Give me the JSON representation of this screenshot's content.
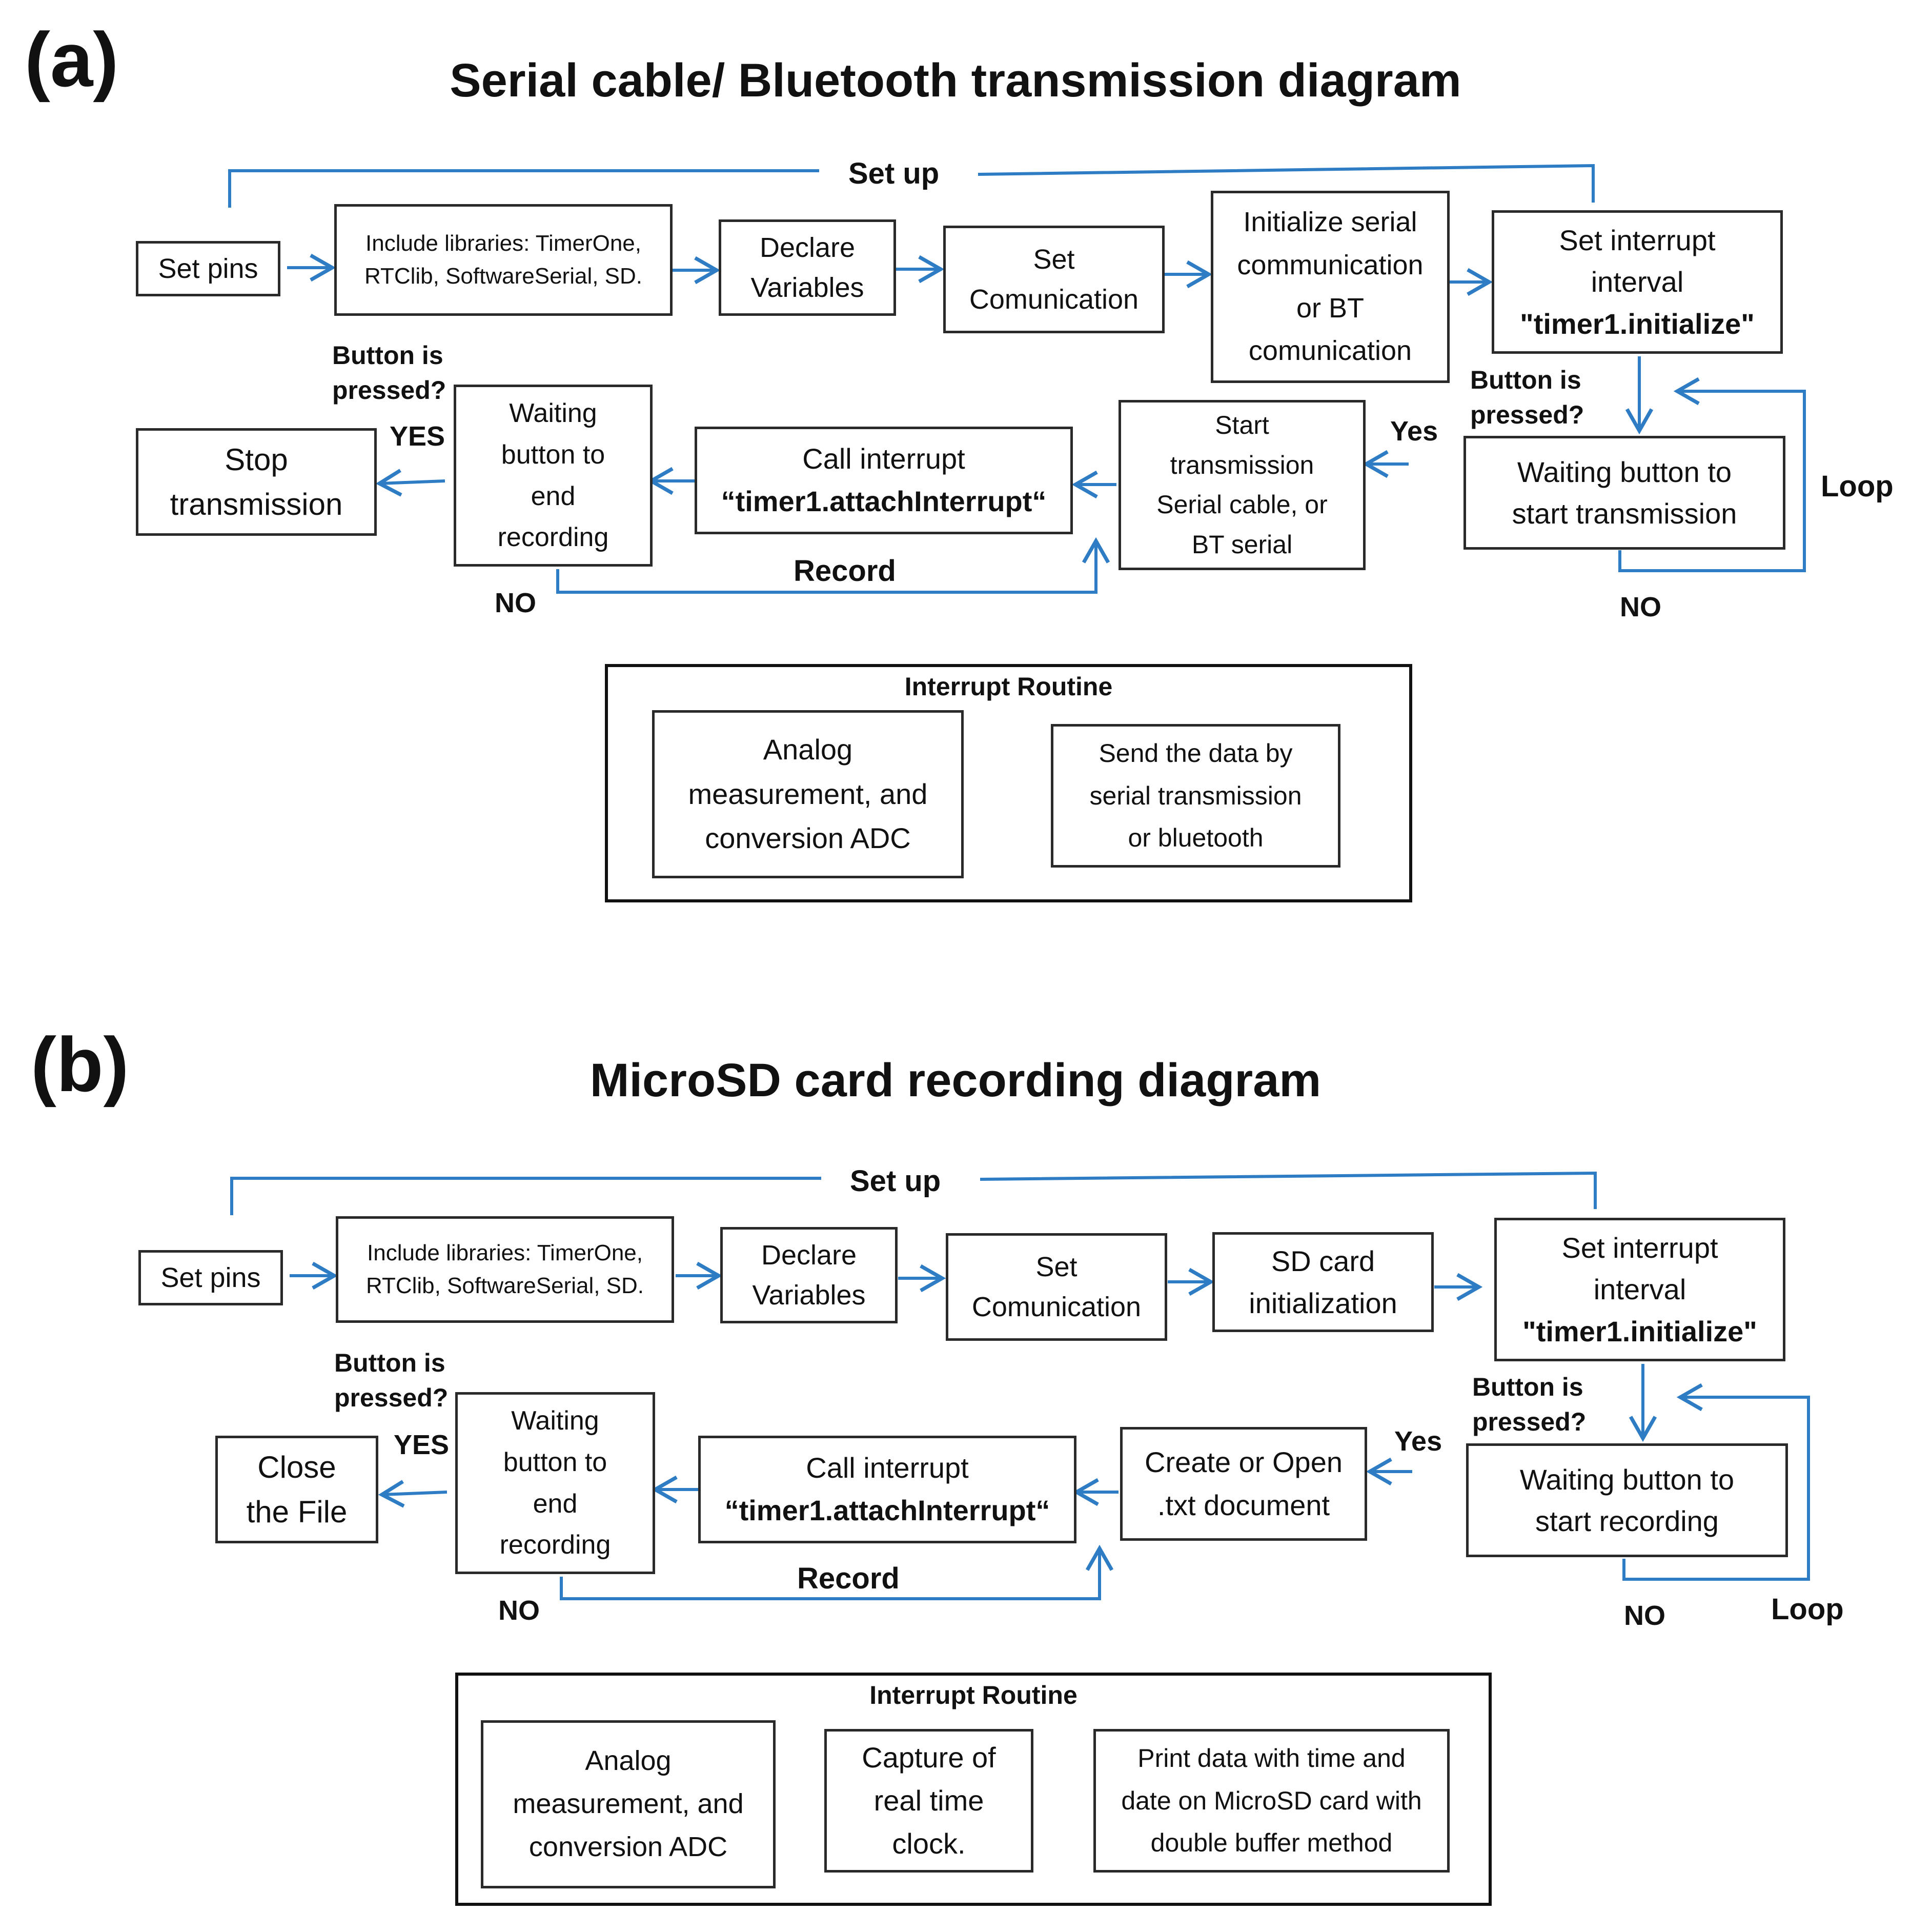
{
  "panel_a": {
    "letter": "(a)",
    "title": "Serial cable/ Bluetooth transmission diagram",
    "setup_label": "Set up",
    "boxes": {
      "set_pins": "Set pins",
      "include_libraries": "Include libraries: TimerOne,\nRTClib, SoftwareSerial, SD.",
      "declare_variables": "Declare\nVariables",
      "set_communication": "Set\nComunication",
      "init_serial": "Initialize serial\ncommunication\nor BT\ncomunication",
      "set_interrupt_line1": "Set interrupt\ninterval",
      "set_interrupt_line2": "\"timer1.initialize\"",
      "waiting_start": "Waiting button to\nstart  transmission",
      "start_transmission": "Start\ntransmission\nSerial cable, or\nBT serial",
      "call_interrupt_line1": "Call interrupt",
      "call_interrupt_line2": "“timer1.attachInterrupt“",
      "waiting_end": "Waiting\nbutton to\nend\nrecording",
      "stop_transmission": "Stop\ntransmission"
    },
    "labels": {
      "button_pressed_right": "Button is\npressed?",
      "button_pressed_left": "Button is\npressed?",
      "yes_right": "Yes",
      "yes_left": "YES",
      "no_left": "NO",
      "no_right": "NO",
      "loop": "Loop",
      "record": "Record"
    },
    "routine": {
      "title": "Interrupt Routine",
      "analog": "Analog\nmeasurement, and\nconversion ADC",
      "send": "Send the data by\nserial transmission\nor bluetooth"
    }
  },
  "panel_b": {
    "letter": "(b)",
    "title": "MicroSD card recording diagram",
    "setup_label": "Set up",
    "boxes": {
      "set_pins": "Set pins",
      "include_libraries": "Include libraries: TimerOne,\nRTClib, SoftwareSerial, SD.",
      "declare_variables": "Declare\nVariables",
      "set_communication": "Set\nComunication",
      "sd_init": "SD card\ninitialization",
      "set_interrupt_line1": "Set interrupt\ninterval",
      "set_interrupt_line2": "\"timer1.initialize\"",
      "waiting_start": "Waiting button to\nstart recording",
      "create_open": "Create or Open\n.txt document",
      "call_interrupt_line1": "Call interrupt",
      "call_interrupt_line2": "“timer1.attachInterrupt“",
      "waiting_end": "Waiting\nbutton to\nend\nrecording",
      "close_file": "Close\nthe File"
    },
    "labels": {
      "button_pressed_right": "Button is\npressed?",
      "button_pressed_left": "Button is\npressed?",
      "yes_right": "Yes",
      "yes_left": "YES",
      "no_left": "NO",
      "no_right": "NO",
      "loop": "Loop",
      "record": "Record"
    },
    "routine": {
      "title": "Interrupt Routine",
      "analog": "Analog\nmeasurement, and\nconversion ADC",
      "capture": "Capture of\nreal time\nclock.",
      "print": "Print data with time and\ndate on MicroSD card with\ndouble buffer method"
    }
  },
  "colors": {
    "arrow": "#2e7cc4",
    "border": "#2a2a2a"
  }
}
